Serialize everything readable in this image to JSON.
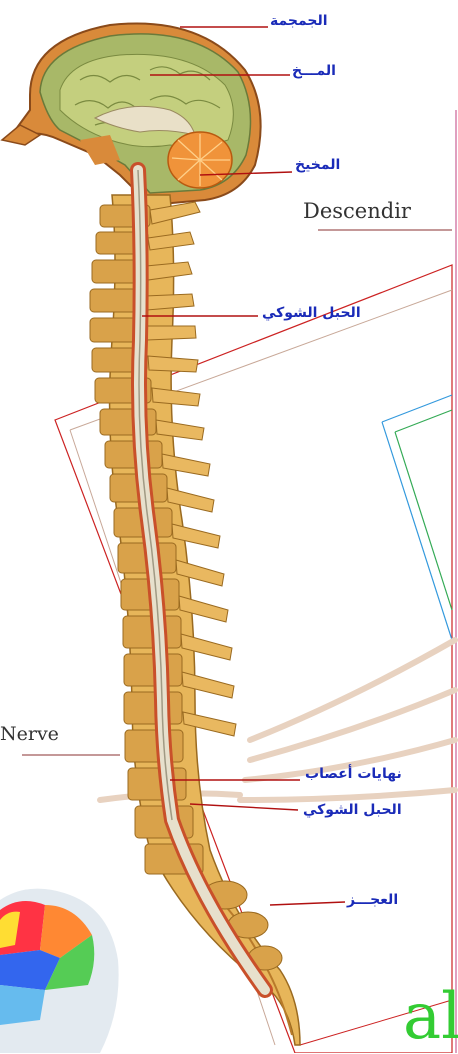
{
  "labels": {
    "skull": "الجمجمة",
    "brain": "المـــخ",
    "cerebellum": "المخيخ",
    "spinal_cord_upper": "الحبل الشوكي",
    "nerve_endings": "نهايات أعصاب",
    "spinal_cord_lower": "الحبل الشوكي",
    "coccyx": "العجـــز"
  },
  "background_text": {
    "descending": "Descendir",
    "nerve": "Nerve",
    "watermark": "al"
  },
  "colors": {
    "label_text": "#1a2bb8",
    "leader_line": "#b01010",
    "bone": "#e9b860",
    "cord": "#d9d4c2",
    "watermark": "#33cc33"
  }
}
